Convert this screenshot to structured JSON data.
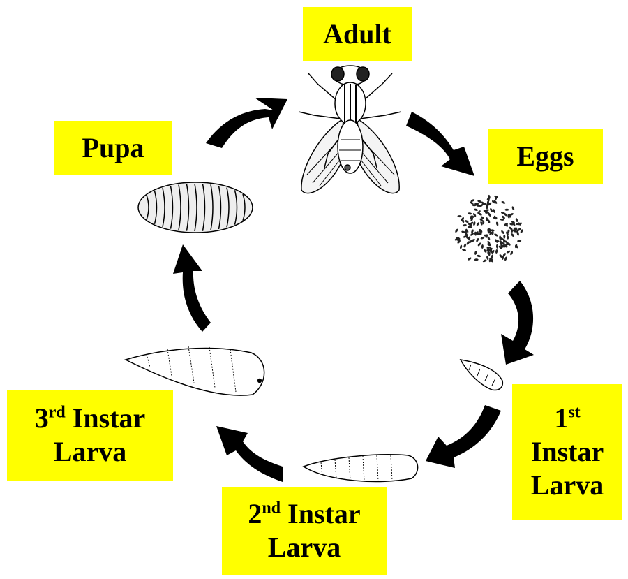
{
  "stages": {
    "adult": {
      "lines": [
        {
          "text": "Adult"
        }
      ]
    },
    "eggs": {
      "lines": [
        {
          "text": "Eggs"
        }
      ]
    },
    "first": {
      "lines": [
        {
          "text": "1",
          "sup": "st"
        },
        {
          "text": "Instar"
        },
        {
          "text": "Larva"
        }
      ]
    },
    "second": {
      "lines": [
        {
          "text": "2",
          "sup": "nd",
          "rest": " Instar"
        },
        {
          "text": "Larva"
        }
      ]
    },
    "third": {
      "lines": [
        {
          "text": "3",
          "sup": "rd",
          "rest": " Instar"
        },
        {
          "text": "Larva"
        }
      ]
    },
    "pupa": {
      "lines": [
        {
          "text": "Pupa"
        }
      ]
    }
  },
  "colors": {
    "label_bg": "#ffff00",
    "arrow": "#000000",
    "drawing": "#000000"
  },
  "icons": {
    "adult": "fly-icon",
    "eggs": "egg-cluster-icon",
    "first": "small-larva-icon",
    "second": "medium-larva-icon",
    "third": "large-larva-icon",
    "pupa": "pupa-icon",
    "arrow": "curved-arrow-icon"
  }
}
